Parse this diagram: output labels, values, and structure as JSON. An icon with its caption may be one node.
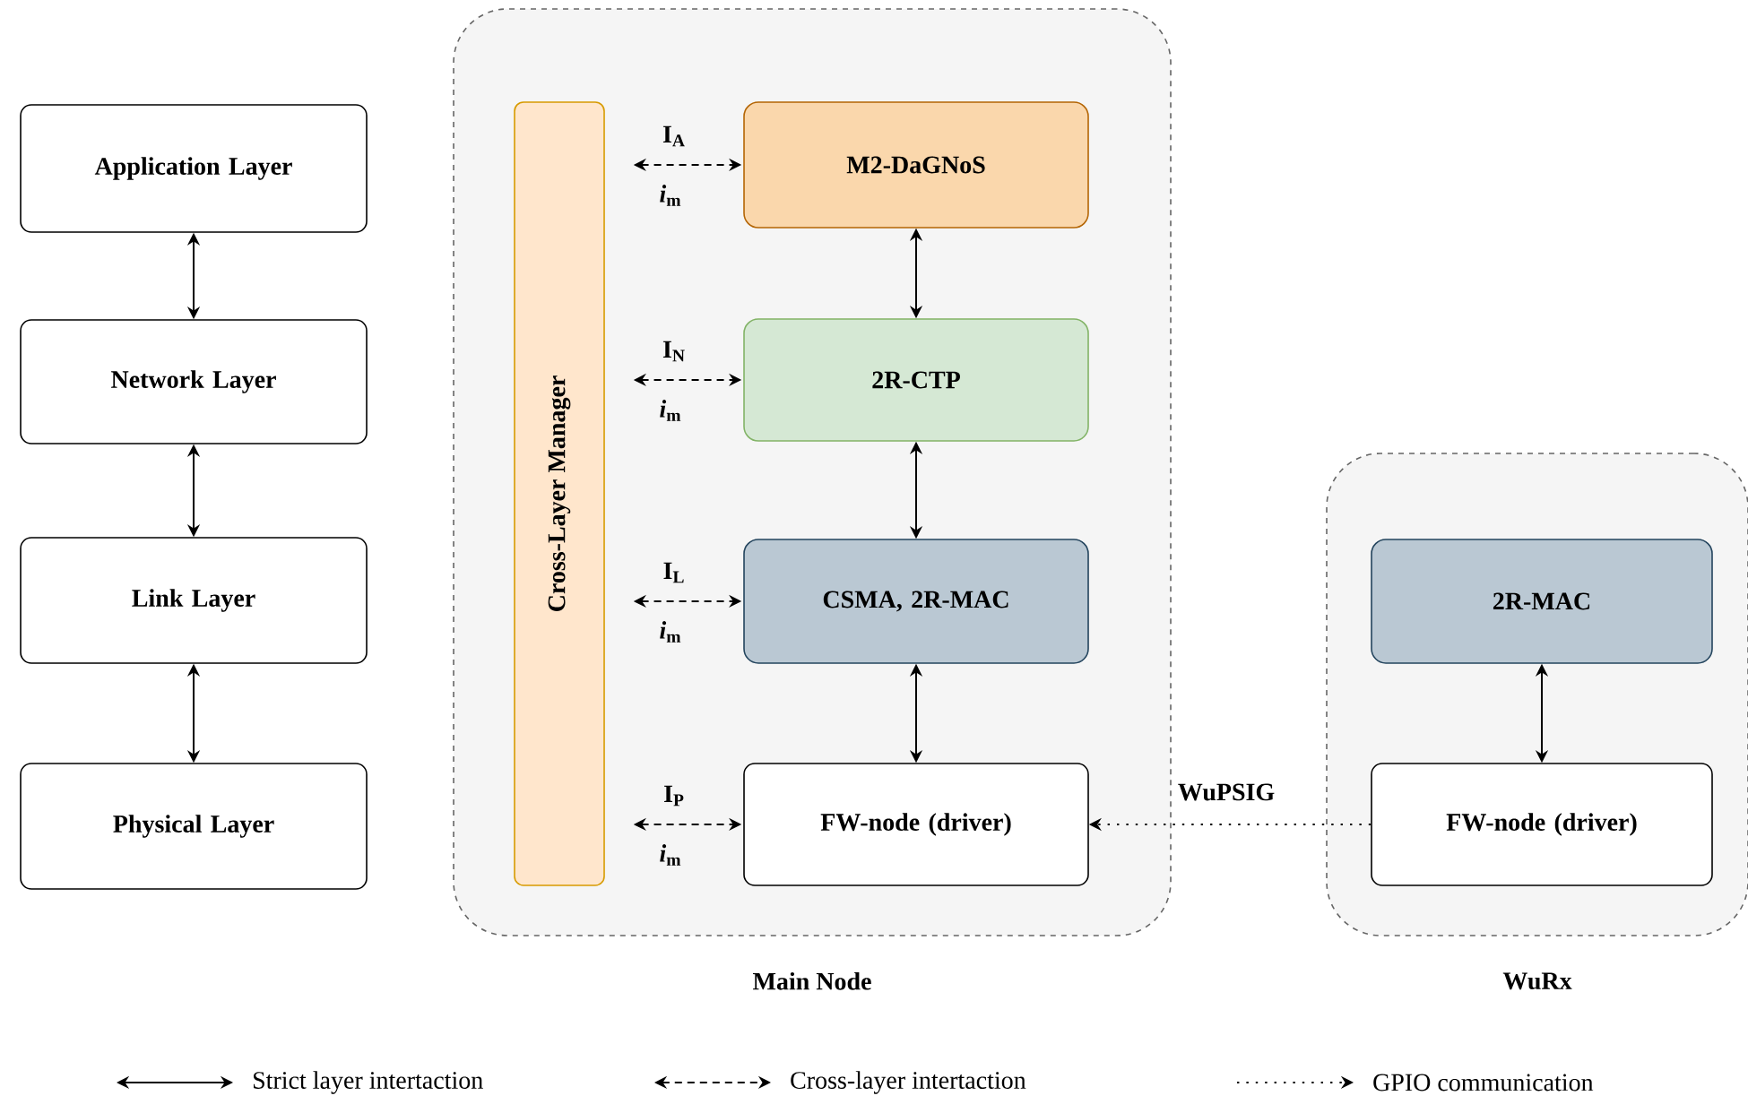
{
  "diagram": {
    "nodes": [
      {
        "text": [
          "Application Layer"
        ]
      },
      {
        "text": [
          "Network Layer"
        ]
      },
      {
        "text": [
          "Link Layer"
        ]
      },
      {
        "text": [
          "Physical Layer"
        ]
      },
      {
        "text": [],
        "shape": "box",
        "beside": [
          "Main Node"
        ]
      },
      {
        "text": [
          "Cross-Layer Manager"
        ],
        "in": 4
      },
      {
        "text": [
          "M2-DaGNoS"
        ],
        "in": 4
      },
      {
        "text": [
          "2R-CTP"
        ],
        "in": 4
      },
      {
        "text": [
          "CSMA, 2R-MAC"
        ],
        "in": 4
      },
      {
        "text": [
          "FW-node (driver)"
        ],
        "in": 4
      },
      {
        "text": [],
        "shape": "box",
        "beside": [
          "WuRx"
        ]
      },
      {
        "text": [
          "2R-MAC"
        ],
        "in": 10
      },
      {
        "text": [
          "FW-node (driver)"
        ],
        "in": 10
      }
    ],
    "edges": [
      {
        "from": 0,
        "to": 1,
        "arrow": "both"
      },
      {
        "from": 1,
        "to": 2,
        "arrow": "both"
      },
      {
        "from": 2,
        "to": 3,
        "arrow": "both"
      },
      {
        "from": 5,
        "to": 6,
        "arrow": "both",
        "style": "dashed",
        "label": "I$_{A}$"
      },
      {
        "from": 5,
        "to": 7,
        "arrow": "both",
        "style": "dashed",
        "label": "I$_{N}$"
      },
      {
        "from": 5,
        "to": 8,
        "arrow": "both",
        "style": "dashed",
        "label": "I$_{L}$"
      },
      {
        "from": 5,
        "to": 9,
        "arrow": "both",
        "style": "dashed",
        "label": "I$_{P}$"
      },
      {
        "from": 6,
        "to": 7,
        "arrow": "both"
      },
      {
        "from": 7,
        "to": 8,
        "arrow": "both"
      },
      {
        "from": 8,
        "to": 9,
        "arrow": "both"
      },
      {
        "from": 11,
        "to": 12,
        "arrow": "both"
      },
      {
        "from": 12,
        "to": 9,
        "arrow": "to",
        "style": "dashed",
        "label": "WuPSIG"
      }
    ],
    "labels": [
      "*i*$_{m}$",
      "*i*$_{m}$",
      "*i*$_{m}$",
      "*i*$_{m}$"
    ],
    "legend": [
      {
        "text": "Strict layer intertaction"
      },
      {
        "text": "Cross-layer intertaction"
      },
      {
        "text": "GPIO communication"
      }
    ]
  }
}
